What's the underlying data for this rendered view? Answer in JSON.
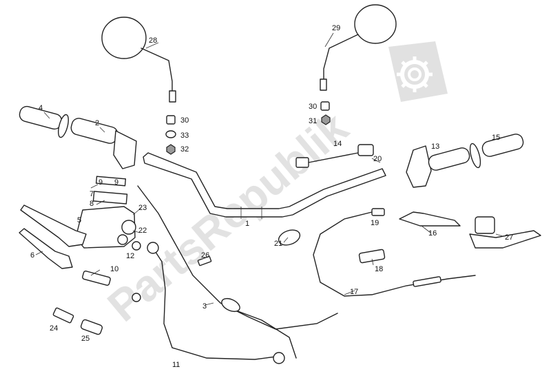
{
  "callouts": {
    "c1": "1",
    "c2": "2",
    "c3": "3",
    "c4": "4",
    "c5": "5",
    "c6": "6",
    "c7": "7",
    "c8": "8",
    "c9a": "9",
    "c9b": "9",
    "c10": "10",
    "c11": "11",
    "c12": "12",
    "c13": "13",
    "c14": "14",
    "c15": "15",
    "c16": "16",
    "c17": "17",
    "c18": "18",
    "c19": "19",
    "c20": "20",
    "c21": "21",
    "c22": "22",
    "c23": "23",
    "c24": "24",
    "c25": "25",
    "c26": "26",
    "c27": "27",
    "c28": "28",
    "c29": "29",
    "c30a": "30",
    "c30b": "30",
    "c31": "31",
    "c32": "32",
    "c33": "33"
  },
  "watermark": {
    "text": "PartsRepublik",
    "logo_icon": "gear-icon"
  }
}
